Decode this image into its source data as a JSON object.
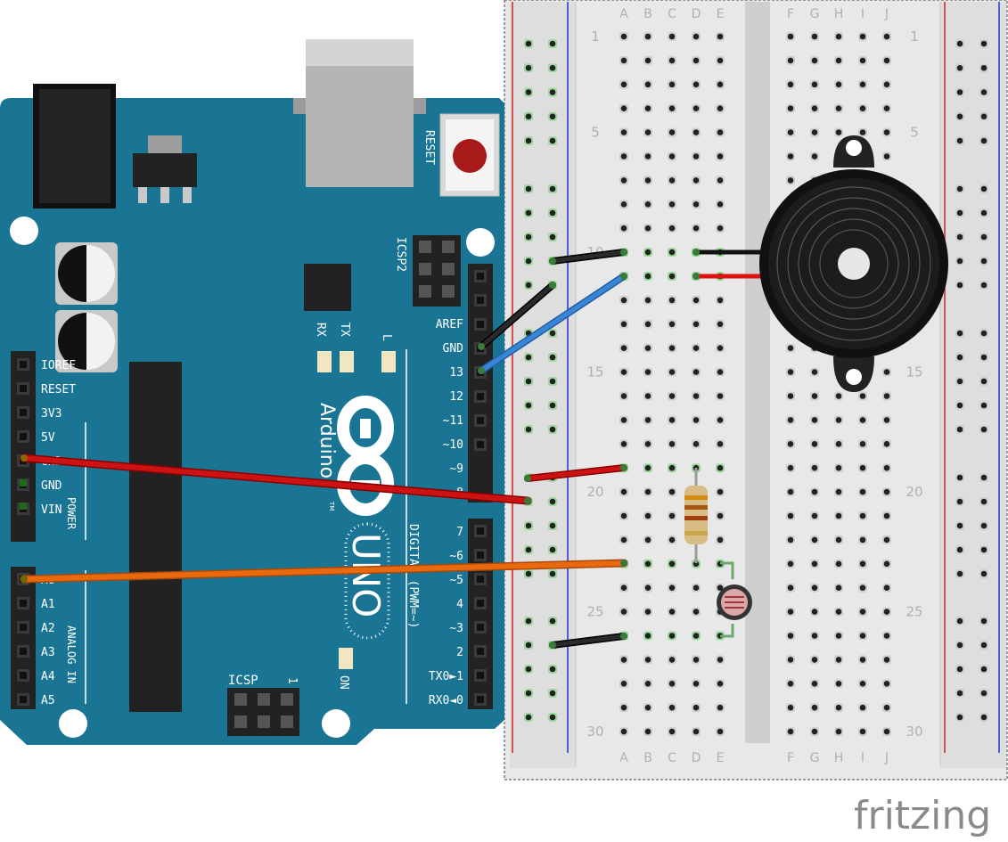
{
  "watermark": "fritzing",
  "breadboard": {
    "col_letters_left": [
      "A",
      "B",
      "C",
      "D",
      "E"
    ],
    "col_letters_right": [
      "F",
      "G",
      "H",
      "I",
      "J"
    ],
    "row_numbers": [
      "1",
      "5",
      "10",
      "15",
      "20",
      "25",
      "30"
    ]
  },
  "arduino": {
    "reset_label": "RESET",
    "icsp2_label": "ICSP2",
    "icsp_label": "ICSP",
    "icsp_pin1": "1",
    "tx_label": "TX",
    "rx_label": "RX",
    "l_label": "L",
    "on_label": "ON",
    "brand": "Arduino",
    "trademark": "TM",
    "model": "UNO",
    "digital_label": "DIGITAL (PWM=~)",
    "power_label": "POWER",
    "analog_label": "ANALOG IN",
    "power_pins": [
      "IOREF",
      "RESET",
      "3V3",
      "5V",
      "GND",
      "GND",
      "VIN"
    ],
    "analog_pins": [
      "A0",
      "A1",
      "A2",
      "A3",
      "A4",
      "A5"
    ],
    "digital_pins_top": [
      "AREF",
      "GND",
      "13",
      "12",
      "~11",
      "~10",
      "~9",
      "8"
    ],
    "digital_pins_bottom": [
      "7",
      "~6",
      "~5",
      "4",
      "~3",
      "2",
      "TX0►1",
      "RX0◄0"
    ]
  },
  "colors": {
    "board": "#1a7594",
    "breadboard": "#e6e6e6",
    "wire_red": "#cc1212",
    "wire_orange": "#e8690e",
    "wire_black": "#1e1e1e",
    "wire_blue": "#3a86d6",
    "rail_red": "#d42020",
    "rail_blue": "#2030d8"
  }
}
